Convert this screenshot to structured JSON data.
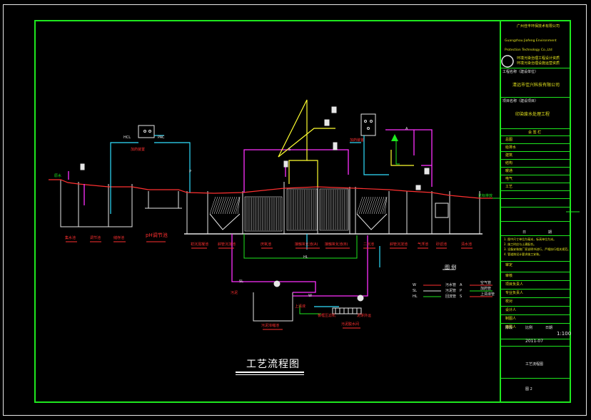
{
  "title_block": {
    "company_cn": "广州佳丰环保技术有限公司",
    "company_en_1": "Guangzhou Jiafeng Environment",
    "company_en_2": "Protection Technology Co.,Ltd",
    "cert_1": "环境污染治理工程设计资质",
    "cert_2": "环境污染治理设施运营资质",
    "client_label": "工程名称（建设单位）",
    "client_name": "清远市佳兴科技有限公司",
    "project_label": "项目名称（建设项目）",
    "project_name": "印染废水处理工程",
    "sign_header": "会 签 栏",
    "sign_rows": [
      "总图",
      "给排水",
      "建筑",
      "结构",
      "暖通",
      "电气",
      "工艺"
    ],
    "sign_footer": [
      "日",
      "期"
    ],
    "notes": [
      "1. 图中尺寸单位为毫米，标高单位为米。",
      "2. 施工时应与土建配合。",
      "3. 设备安装按厂家说明书进行，严格执行相关规范。",
      "4. 管道按设计要求施工安装。"
    ],
    "staff_rows": [
      "审定",
      "审核",
      "项目负责人",
      "专业负责人",
      "校对",
      "设计人",
      "制图人",
      "描图人"
    ],
    "stage_label": "阶段",
    "scale_label": "比例",
    "date_label": "日期",
    "scale": "1:100",
    "date": "2011-07",
    "drawing_name": "工艺流程图",
    "drawing_number": "图 2"
  },
  "main_title": "工艺流程图",
  "chemicals": {
    "hcl": "HCL",
    "pac": "PAC",
    "dosing_box_1": "加药装置",
    "dosing_box_2": "加药装置"
  },
  "influent_label": "原水",
  "effluent_label": "达标排放",
  "tank_labels": [
    "集水池",
    "调节池",
    "储存池",
    "pH调节池",
    "初沉混凝池",
    "斜管沉淀池",
    "厌氧池",
    "接触氧化池(A)",
    "接触氧化池(B)",
    "二沉池",
    "斜管沉淀池",
    "气浮池",
    "砂滤池",
    "清水池"
  ],
  "sludge": {
    "sludge_tank": "污泥浓缩池",
    "filter_press": "板框压滤机",
    "pump_room": "污泥脱水间",
    "cake_out": "泥饼外运",
    "sludge_in": "污泥",
    "supernatant": "上清液"
  },
  "pipe_labels": [
    "S",
    "A",
    "W",
    "HL",
    "SL",
    "P"
  ],
  "legend": {
    "header": "图 例",
    "items": [
      {
        "code": "W",
        "name": "污水管",
        "color": "#ff3030"
      },
      {
        "code": "SL",
        "name": "污泥管",
        "color": "#e6e6e6"
      },
      {
        "code": "HL",
        "name": "回流管",
        "color": "#1ee81e"
      },
      {
        "code": "A",
        "name": "空气管",
        "color": "#ff3030"
      },
      {
        "code": "P",
        "name": "加药管",
        "color": "#1ee81e"
      },
      {
        "code": "S",
        "name": "上清液管",
        "color": "#ff3030"
      }
    ]
  },
  "colors": {
    "frame": "#1ee81e",
    "text_yellow": "#e6e61e",
    "text_red": "#ff3030",
    "water": "#ff3030",
    "magenta": "#ff30ff",
    "cyan": "#30e0ff",
    "yellow": "#ffff30",
    "white": "#e6e6e6",
    "green": "#1ee81e"
  }
}
